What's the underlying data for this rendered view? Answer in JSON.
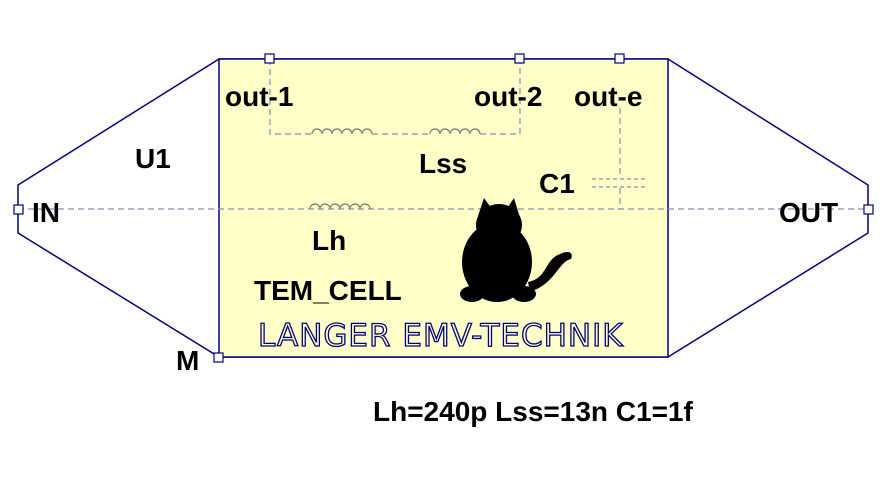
{
  "component": {
    "ref": "U1",
    "type": "TEM_CELL",
    "brand": "LANGER EMV-TECHNIK",
    "params": "Lh=240p Lss=13n C1=1f"
  },
  "ports": {
    "in": "IN",
    "out": "OUT",
    "ground": "M",
    "out1": "out-1",
    "out2": "out-2",
    "oute": "out-e"
  },
  "elements": {
    "lss": "Lss",
    "lh": "Lh",
    "c1": "C1"
  },
  "colors": {
    "body_fill": "#ffffc8",
    "outline": "#000080",
    "dashed": "#8a8ab8",
    "text": "#000000"
  },
  "icons": [
    "cat-logo-icon",
    "inductor-icon",
    "capacitor-icon"
  ]
}
